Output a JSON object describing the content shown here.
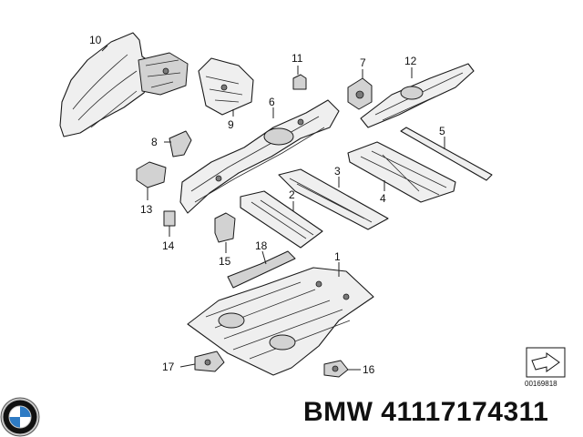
{
  "diagram": {
    "callouts": [
      {
        "id": "10",
        "label": "10"
      },
      {
        "id": "11",
        "label": "11"
      },
      {
        "id": "7",
        "label": "7"
      },
      {
        "id": "12",
        "label": "12"
      },
      {
        "id": "6",
        "label": "6"
      },
      {
        "id": "9",
        "label": "9"
      },
      {
        "id": "8",
        "label": "8"
      },
      {
        "id": "5",
        "label": "5"
      },
      {
        "id": "3",
        "label": "3"
      },
      {
        "id": "2",
        "label": "2"
      },
      {
        "id": "4",
        "label": "4"
      },
      {
        "id": "13",
        "label": "13"
      },
      {
        "id": "14",
        "label": "14"
      },
      {
        "id": "15",
        "label": "15"
      },
      {
        "id": "18",
        "label": "18"
      },
      {
        "id": "1",
        "label": "1"
      },
      {
        "id": "17",
        "label": "17"
      },
      {
        "id": "16",
        "label": "16"
      }
    ],
    "diagram_code": "00169818"
  },
  "footer": {
    "brand": "BMW",
    "part_number": "41117174311",
    "title": "BMW 41117174311"
  },
  "logo": {
    "name": "bmw-roundel",
    "colors": {
      "ring": "#111111",
      "blue": "#2e7bc4",
      "white": "#ffffff",
      "silver": "#c8c8c8"
    }
  }
}
